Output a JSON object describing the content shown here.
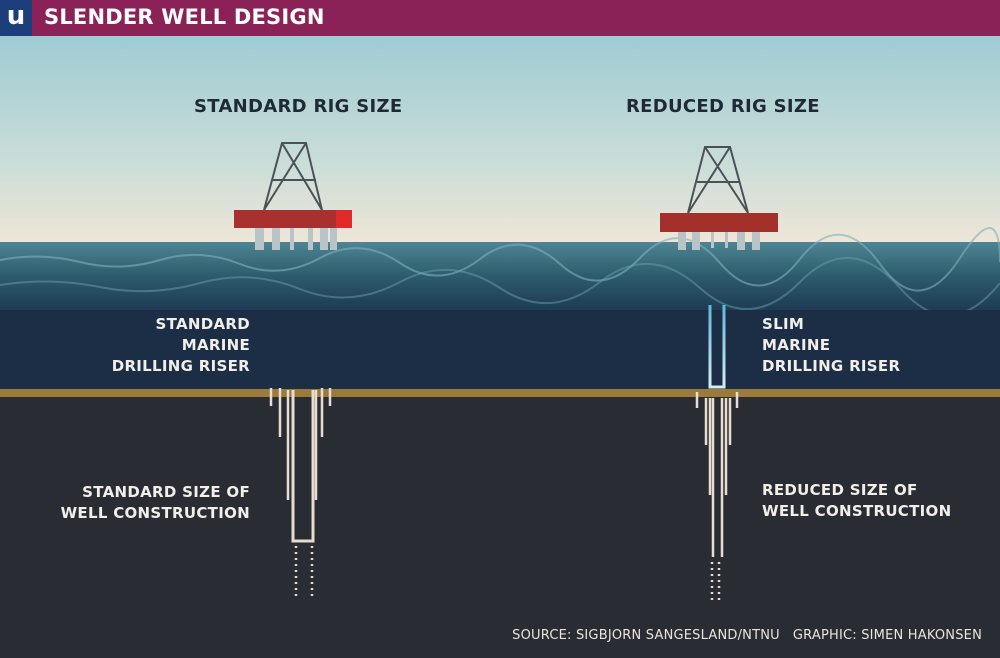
{
  "header": {
    "logo": "u",
    "title": "SLENDER WELL DESIGN"
  },
  "left": {
    "heading": "STANDARD RIG SIZE",
    "riser_label": [
      "STANDARD",
      "MARINE",
      "DRILLING RISER"
    ],
    "well_label": [
      "STANDARD SIZE OF",
      "WELL CONSTRUCTION"
    ]
  },
  "right": {
    "heading": "REDUCED RIG SIZE",
    "riser_label": [
      "SLIM",
      "MARINE",
      "DRILLING RISER"
    ],
    "well_label": [
      "REDUCED SIZE OF",
      "WELL CONSTRUCTION"
    ]
  },
  "footer": {
    "source": "SOURCE: SIGBJORN SANGESLAND/NTNU   GRAPHIC: SIMEN HAKONSEN"
  },
  "colors": {
    "header": "#8b2257",
    "logo_bg": "#1c3f7c",
    "rig": "#a8302e",
    "seabed": "#9c7a3a"
  }
}
